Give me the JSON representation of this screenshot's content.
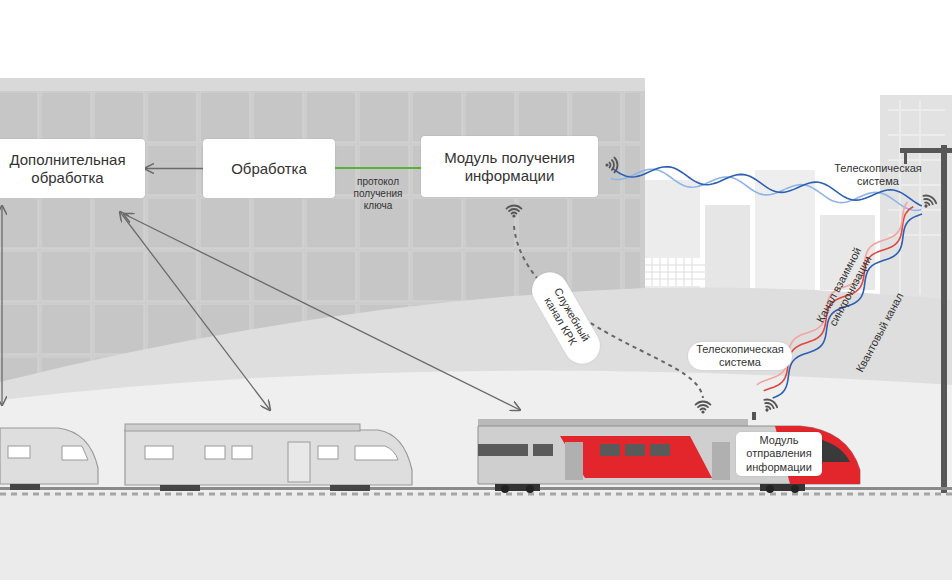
{
  "diagram": {
    "nodes": [
      {
        "text": [
          "Дополнительная обработка"
        ]
      },
      {
        "text": [
          "Обработка"
        ]
      },
      {
        "text": [
          "Модуль получения информации"
        ]
      },
      {
        "text": [
          "Служебный канал КРК"
        ]
      },
      {
        "text": [
          "Телескопическая система"
        ]
      },
      {
        "text": [
          "Модуль отправления информации"
        ]
      }
    ],
    "edges": [
      {
        "from": 1,
        "to": 0,
        "arrow": "to"
      },
      {
        "from": 1,
        "to": 2,
        "label": "протокол получения ключа",
        "arrow": "none"
      }
    ],
    "labels": [
      "Телескопическая система",
      "Канал взаимной синхронизации",
      "Квантовый канал"
    ]
  }
}
